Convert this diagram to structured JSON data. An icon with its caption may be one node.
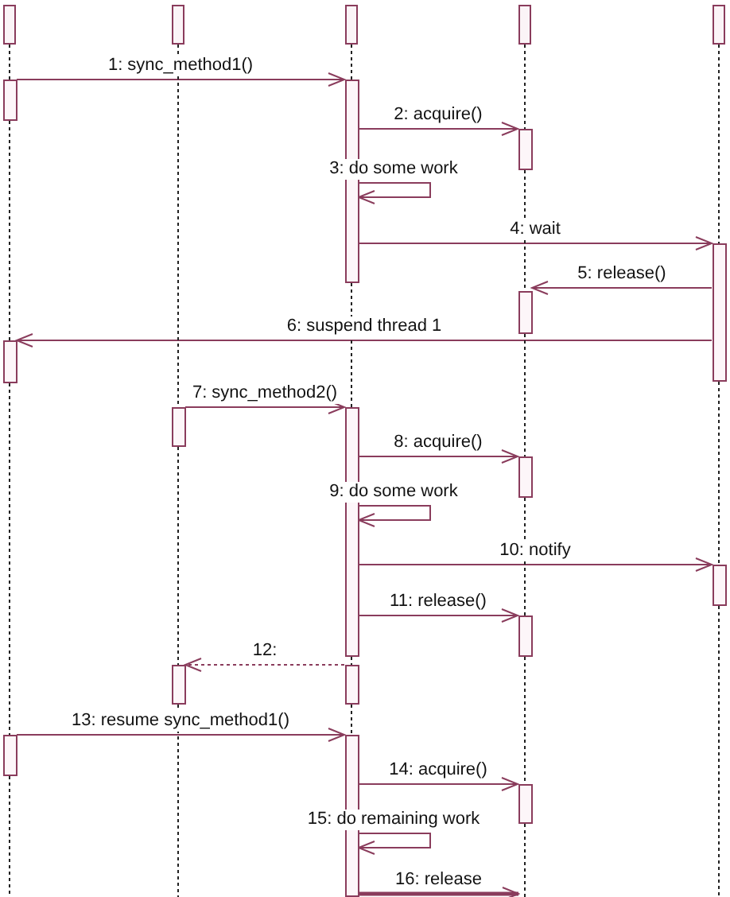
{
  "diagram": {
    "nodes": [
      {
        "text": [],
        "shape": "box"
      },
      {
        "text": [],
        "shape": "box"
      },
      {
        "text": [],
        "shape": "box"
      },
      {
        "text": [],
        "shape": "box"
      },
      {
        "text": [],
        "shape": "box"
      },
      {
        "text": [],
        "shape": "bar"
      },
      {
        "text": [],
        "shape": "bar"
      },
      {
        "text": [],
        "shape": "bar"
      },
      {
        "text": [],
        "shape": "bar"
      },
      {
        "text": [],
        "shape": "bar"
      },
      {
        "text": [],
        "shape": "bar"
      },
      {
        "text": [],
        "shape": "bar"
      },
      {
        "text": [],
        "shape": "bar"
      },
      {
        "text": [],
        "shape": "bar"
      },
      {
        "text": [],
        "shape": "bar"
      },
      {
        "text": [],
        "shape": "bar"
      },
      {
        "text": [],
        "shape": "bar"
      },
      {
        "text": [],
        "shape": "bar"
      },
      {
        "text": [],
        "shape": "bar"
      },
      {
        "text": [],
        "shape": "bar"
      },
      {
        "text": [],
        "shape": "bar"
      }
    ],
    "edges": [
      {
        "from": 5,
        "to": 6,
        "arrow": "to",
        "label": "1: sync_method1()",
        "color": "#8a3c5c"
      },
      {
        "from": 6,
        "to": 7,
        "arrow": "to",
        "label": "2: acquire()",
        "color": "#8a3c5c"
      },
      {
        "from": 6,
        "to": 6,
        "arrow": "to",
        "label": "3: do some work",
        "color": "#8a3c5c"
      },
      {
        "from": 6,
        "to": 8,
        "arrow": "to",
        "label": "4: wait",
        "color": "#8a3c5c"
      },
      {
        "from": 8,
        "to": 9,
        "arrow": "to",
        "label": "5: release()",
        "color": "#8a3c5c"
      },
      {
        "from": 8,
        "to": 10,
        "arrow": "to",
        "label": "6: suspend thread 1",
        "color": "#8a3c5c"
      },
      {
        "from": 11,
        "to": 12,
        "arrow": "to",
        "label": "7: sync_method2()",
        "color": "#8a3c5c"
      },
      {
        "from": 12,
        "to": 13,
        "arrow": "to",
        "label": "8: acquire()",
        "color": "#8a3c5c"
      },
      {
        "from": 12,
        "to": 12,
        "arrow": "to",
        "label": "9: do some work",
        "color": "#8a3c5c"
      },
      {
        "from": 12,
        "to": 14,
        "arrow": "to",
        "label": "10: notify",
        "color": "#8a3c5c"
      },
      {
        "from": 12,
        "to": 15,
        "arrow": "to",
        "label": "11: release()",
        "color": "#8a3c5c"
      },
      {
        "from": 17,
        "to": 16,
        "arrow": "to",
        "label": "12:",
        "style": "dashed",
        "color": "#8a3c5c"
      },
      {
        "from": 18,
        "to": 19,
        "arrow": "to",
        "label": "13: resume sync_method1()",
        "color": "#8a3c5c"
      },
      {
        "from": 19,
        "to": 20,
        "arrow": "to",
        "label": "14: acquire()",
        "color": "#8a3c5c"
      },
      {
        "from": 19,
        "to": 19,
        "arrow": "to",
        "label": "15: do remaining work",
        "color": "#8a3c5c"
      },
      {
        "from": 19,
        "to": null,
        "arrow": "to",
        "label": "16: release",
        "style": "thick",
        "color": "#8a3c5c"
      },
      {
        "from": 0,
        "to": 5,
        "arrow": "none",
        "style": "dashed"
      },
      {
        "from": 5,
        "to": 10,
        "arrow": "none",
        "style": "dashed"
      },
      {
        "from": 10,
        "to": 18,
        "arrow": "none",
        "style": "dashed"
      },
      {
        "from": 18,
        "to": null,
        "arrow": "none",
        "style": "dashed"
      },
      {
        "from": 1,
        "to": 11,
        "arrow": "none",
        "style": "dashed"
      },
      {
        "from": 11,
        "to": 16,
        "arrow": "none",
        "style": "dashed"
      },
      {
        "from": 16,
        "to": null,
        "arrow": "none",
        "style": "dashed"
      },
      {
        "from": 2,
        "to": 6,
        "arrow": "none",
        "style": "dashed"
      },
      {
        "from": 6,
        "to": 12,
        "arrow": "none",
        "style": "dashed"
      },
      {
        "from": 12,
        "to": 17,
        "arrow": "none",
        "style": "dashed"
      },
      {
        "from": 17,
        "to": 19,
        "arrow": "none",
        "style": "dashed"
      },
      {
        "from": 3,
        "to": 7,
        "arrow": "none",
        "style": "dashed"
      },
      {
        "from": 7,
        "to": 9,
        "arrow": "none",
        "style": "dashed"
      },
      {
        "from": 9,
        "to": 13,
        "arrow": "none",
        "style": "dashed"
      },
      {
        "from": 13,
        "to": 15,
        "arrow": "none",
        "style": "dashed"
      },
      {
        "from": 15,
        "to": 20,
        "arrow": "none",
        "style": "dashed"
      },
      {
        "from": 20,
        "to": null,
        "arrow": "none",
        "style": "dashed"
      },
      {
        "from": 4,
        "to": 8,
        "arrow": "none",
        "style": "dashed"
      },
      {
        "from": 8,
        "to": 14,
        "arrow": "none",
        "style": "dashed"
      },
      {
        "from": 14,
        "to": null,
        "arrow": "none",
        "style": "dashed"
      }
    ]
  }
}
